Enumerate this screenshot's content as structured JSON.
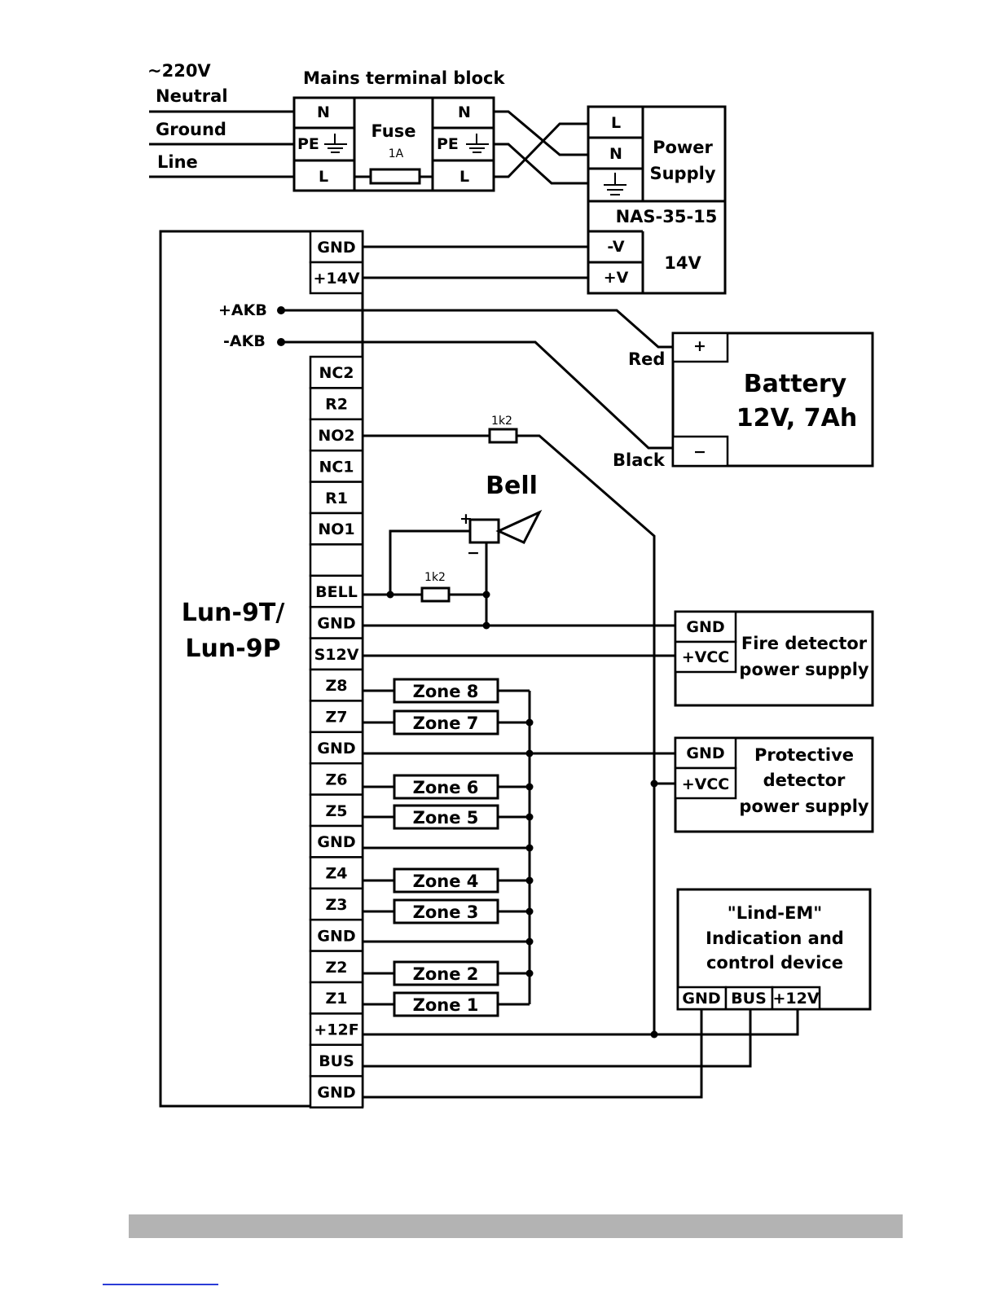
{
  "mains": {
    "voltage": "~220V",
    "neutral": "Neutral",
    "ground": "Ground",
    "line": "Line",
    "terminal_block_title": "Mains terminal block",
    "fuse_label": "Fuse",
    "fuse_rating": "1A",
    "terminals": [
      "N",
      "PE",
      "L"
    ]
  },
  "power_supply": {
    "title_line1": "Power",
    "title_line2": "Supply",
    "model": "NAS-35-15",
    "voltage": "14V",
    "inputs": [
      "L",
      "N"
    ],
    "outputs": [
      "-V",
      "+V"
    ]
  },
  "battery": {
    "title": "Battery",
    "spec": "12V, 7Ah",
    "plus": "+",
    "minus": "−",
    "red": "Red",
    "black": "Black",
    "akb_plus": "+AKB",
    "akb_minus": "-AKB"
  },
  "controller": {
    "name_line1": "Lun-9T/",
    "name_line2": "Lun-9P",
    "terminals": [
      "GND",
      "+14V",
      "NC2",
      "R2",
      "NO2",
      "NC1",
      "R1",
      "NO1",
      "",
      "BELL",
      "GND",
      "S12V",
      "Z8",
      "Z7",
      "GND",
      "Z6",
      "Z5",
      "GND",
      "Z4",
      "Z3",
      "GND",
      "Z2",
      "Z1",
      "+12F",
      "BUS",
      "GND"
    ]
  },
  "bell": {
    "title": "Bell",
    "plus": "+",
    "minus": "−",
    "resistor": "1k2"
  },
  "relay_resistor": "1k2",
  "zones": [
    "Zone 8",
    "Zone 7",
    "Zone 6",
    "Zone 5",
    "Zone 4",
    "Zone 3",
    "Zone 2",
    "Zone 1"
  ],
  "fire_detector": {
    "terminals": [
      "GND",
      "+VCC"
    ],
    "line1": "Fire detector",
    "line2": "power supply"
  },
  "protective_detector": {
    "terminals": [
      "GND",
      "+VCC"
    ],
    "line1": "Protective",
    "line2": "detector",
    "line3": "power supply"
  },
  "lind_em": {
    "line1": "\"Lind-EM\"",
    "line2": "Indication and",
    "line3": "control device",
    "terminals": [
      "GND",
      "BUS",
      "+12V"
    ]
  }
}
